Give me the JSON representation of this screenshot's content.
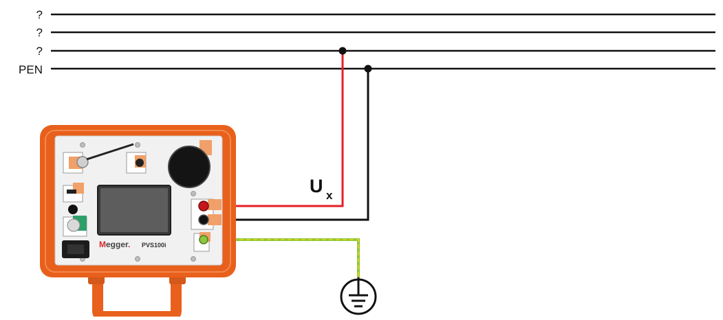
{
  "lines": [
    {
      "label": "?"
    },
    {
      "label": "?"
    },
    {
      "label": "?"
    },
    {
      "label": "PEN"
    }
  ],
  "measurement": {
    "label_main": "U",
    "label_sub": "x"
  },
  "device": {
    "brand_m": "M",
    "brand_rest": "egger",
    "brand_dot": ".",
    "model": "PVS100i"
  },
  "colors": {
    "red_wire": "#e41e25",
    "black_wire": "#111111",
    "earth_green": "#8dc63f",
    "earth_yellow": "#f2d600",
    "case_orange": "#e8601c",
    "brand_red": "#d6262c"
  },
  "icons": [
    "ground-icon"
  ]
}
